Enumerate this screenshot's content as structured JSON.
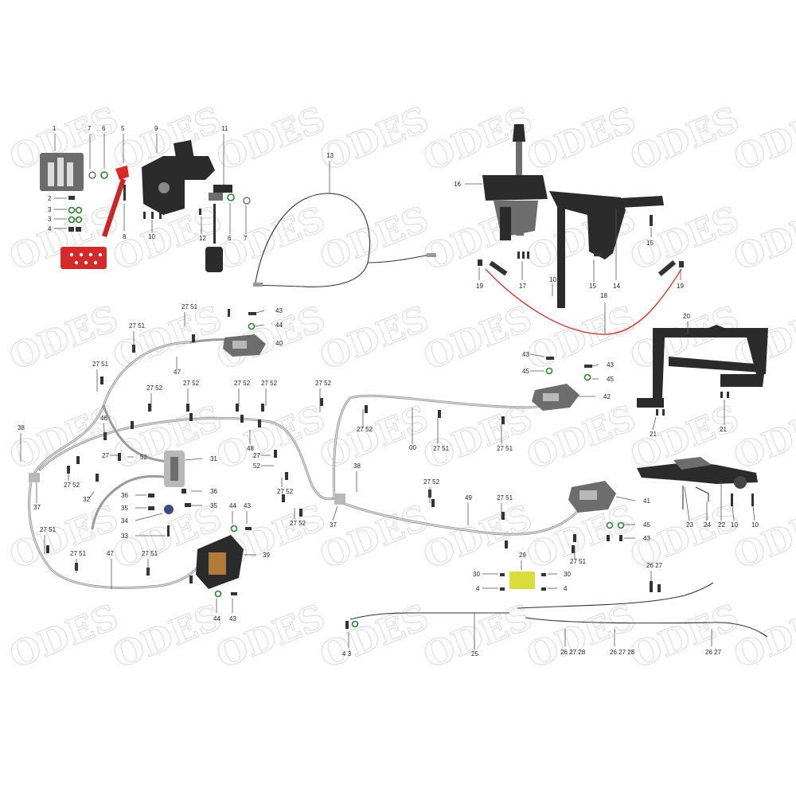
{
  "watermark": "ODES",
  "colors": {
    "pedal_red": "#d42a2a",
    "cable_red": "#c94a4a",
    "plate_yellow": "#d9dc3a",
    "washer_green": "#2e7d32",
    "frame_black": "#2b2b2b"
  },
  "callouts": [
    {
      "id": "c1",
      "text": "1"
    },
    {
      "id": "c2",
      "text": "7"
    },
    {
      "id": "c3",
      "text": "6"
    },
    {
      "id": "c4",
      "text": "5"
    },
    {
      "id": "c5",
      "text": "9"
    },
    {
      "id": "c6",
      "text": "11"
    },
    {
      "id": "c7",
      "text": "2"
    },
    {
      "id": "c8",
      "text": "3"
    },
    {
      "id": "c9",
      "text": "3"
    },
    {
      "id": "c10",
      "text": "4"
    },
    {
      "id": "c11",
      "text": "8"
    },
    {
      "id": "c12",
      "text": "10"
    },
    {
      "id": "c13",
      "text": "12"
    },
    {
      "id": "c14",
      "text": "6"
    },
    {
      "id": "c15",
      "text": "7"
    },
    {
      "id": "c16",
      "text": "13"
    },
    {
      "id": "c17",
      "text": "16"
    },
    {
      "id": "c18",
      "text": "15"
    },
    {
      "id": "c19",
      "text": "19"
    },
    {
      "id": "c20",
      "text": "17"
    },
    {
      "id": "c21",
      "text": "10"
    },
    {
      "id": "c22",
      "text": "15"
    },
    {
      "id": "c23",
      "text": "14"
    },
    {
      "id": "c24",
      "text": "19"
    },
    {
      "id": "c25",
      "text": "18"
    },
    {
      "id": "c26",
      "text": "20"
    },
    {
      "id": "c27",
      "text": "21"
    },
    {
      "id": "c28",
      "text": "21"
    },
    {
      "id": "c29",
      "text": "27 51"
    },
    {
      "id": "c30",
      "text": "43"
    },
    {
      "id": "c31",
      "text": "44"
    },
    {
      "id": "c32",
      "text": "40"
    },
    {
      "id": "c33",
      "text": "27 51"
    },
    {
      "id": "c34",
      "text": "27 51"
    },
    {
      "id": "c35",
      "text": "47"
    },
    {
      "id": "c36",
      "text": "27 52"
    },
    {
      "id": "c37",
      "text": "27 52"
    },
    {
      "id": "c38",
      "text": "27 52"
    },
    {
      "id": "c39",
      "text": "27 52"
    },
    {
      "id": "c40",
      "text": "46"
    },
    {
      "id": "c41",
      "text": "48"
    },
    {
      "id": "c42",
      "text": "38"
    },
    {
      "id": "c43",
      "text": "27"
    },
    {
      "id": "c44",
      "text": "52"
    },
    {
      "id": "c45",
      "text": "31"
    },
    {
      "id": "c46",
      "text": "27"
    },
    {
      "id": "c47",
      "text": "52"
    },
    {
      "id": "c48",
      "text": "27 52"
    },
    {
      "id": "c49",
      "text": "27 52"
    },
    {
      "id": "c50",
      "text": "32"
    },
    {
      "id": "c51",
      "text": "37"
    },
    {
      "id": "c52",
      "text": "36"
    },
    {
      "id": "c53",
      "text": "35"
    },
    {
      "id": "c54",
      "text": "34"
    },
    {
      "id": "c55",
      "text": "33"
    },
    {
      "id": "c56",
      "text": "36"
    },
    {
      "id": "c57",
      "text": "35"
    },
    {
      "id": "c58",
      "text": "27 51"
    },
    {
      "id": "c59",
      "text": "27 51"
    },
    {
      "id": "c60",
      "text": "27 51"
    },
    {
      "id": "c61",
      "text": "47"
    },
    {
      "id": "c62",
      "text": "44"
    },
    {
      "id": "c63",
      "text": "43"
    },
    {
      "id": "c64",
      "text": "39"
    },
    {
      "id": "c65",
      "text": "44"
    },
    {
      "id": "c66",
      "text": "43"
    },
    {
      "id": "c67",
      "text": "27 52"
    },
    {
      "id": "c68",
      "text": "27 52"
    },
    {
      "id": "c69",
      "text": "27 52"
    },
    {
      "id": "c70",
      "text": "00"
    },
    {
      "id": "c71",
      "text": "27 51"
    },
    {
      "id": "c72",
      "text": "27 51"
    },
    {
      "id": "c73",
      "text": "38"
    },
    {
      "id": "c74",
      "text": "37"
    },
    {
      "id": "c75",
      "text": "43"
    },
    {
      "id": "c76",
      "text": "45"
    },
    {
      "id": "c77",
      "text": "43"
    },
    {
      "id": "c78",
      "text": "45"
    },
    {
      "id": "c79",
      "text": "42"
    },
    {
      "id": "c80",
      "text": "27 52"
    },
    {
      "id": "c81",
      "text": "49"
    },
    {
      "id": "c82",
      "text": "27 51"
    },
    {
      "id": "c83",
      "text": "41"
    },
    {
      "id": "c84",
      "text": "45"
    },
    {
      "id": "c85",
      "text": "43"
    },
    {
      "id": "c86",
      "text": "27 51"
    },
    {
      "id": "c87",
      "text": "29"
    },
    {
      "id": "c88",
      "text": "30"
    },
    {
      "id": "c89",
      "text": "4"
    },
    {
      "id": "c90",
      "text": "30"
    },
    {
      "id": "c91",
      "text": "4"
    },
    {
      "id": "c92",
      "text": "26 27"
    },
    {
      "id": "c93",
      "text": "4 3"
    },
    {
      "id": "c94",
      "text": "25"
    },
    {
      "id": "c95",
      "text": "26 27 28"
    },
    {
      "id": "c96",
      "text": "26 27 28"
    },
    {
      "id": "c97",
      "text": "26 27"
    },
    {
      "id": "c98",
      "text": "23"
    },
    {
      "id": "c99",
      "text": "24"
    },
    {
      "id": "c100",
      "text": "22"
    },
    {
      "id": "c101",
      "text": "10"
    },
    {
      "id": "c102",
      "text": "10"
    }
  ]
}
